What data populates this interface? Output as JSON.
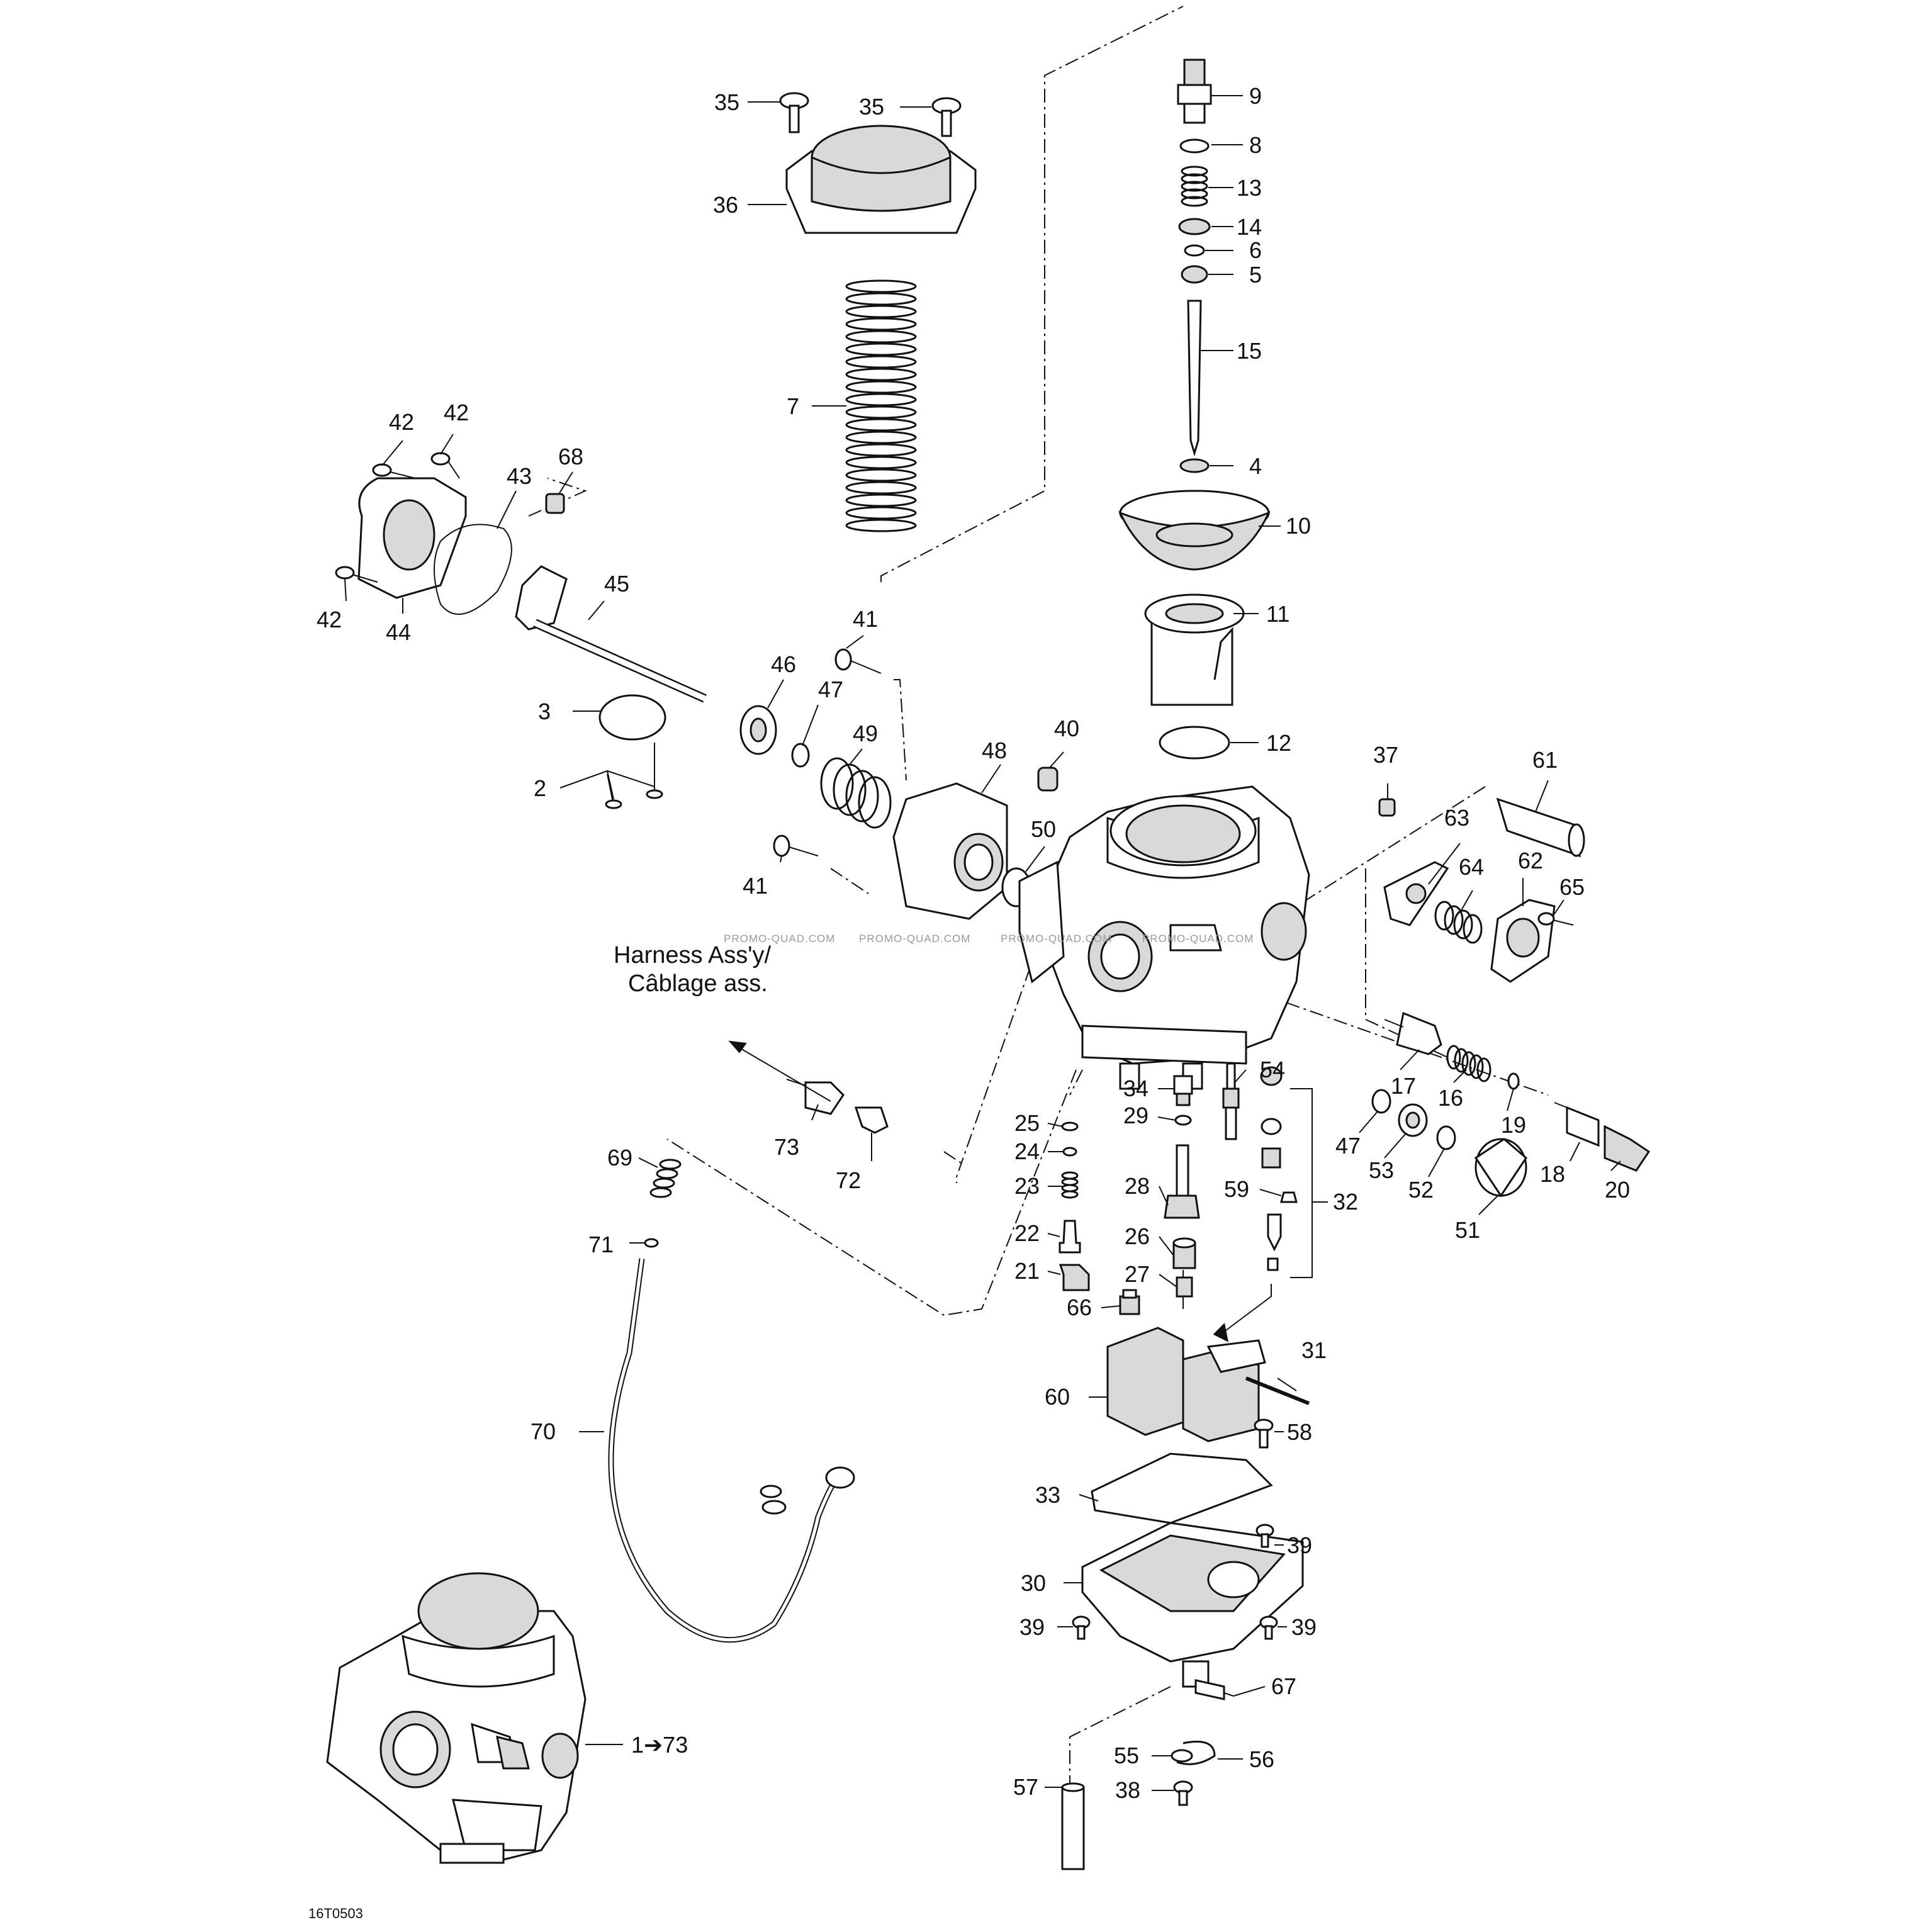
{
  "diagram": {
    "figure_code": "16T0503",
    "watermark": "PROMO-QUAD.COM",
    "harness_label_line1": "Harness Ass'y/",
    "harness_label_line2": "Câblage ass.",
    "assembly_range_label": "1➔73",
    "callouts": [
      "35",
      "35",
      "36",
      "7",
      "9",
      "8",
      "13",
      "14",
      "6",
      "5",
      "15",
      "4",
      "10",
      "11",
      "12",
      "42",
      "42",
      "42",
      "43",
      "44",
      "68",
      "45",
      "3",
      "2",
      "46",
      "47",
      "49",
      "41",
      "41",
      "48",
      "40",
      "50",
      "37",
      "61",
      "63",
      "64",
      "62",
      "65",
      "17",
      "16",
      "19",
      "47",
      "53",
      "52",
      "51",
      "18",
      "20",
      "34",
      "29",
      "25",
      "24",
      "23",
      "22",
      "21",
      "66",
      "28",
      "26",
      "27",
      "54",
      "59",
      "32",
      "73",
      "72",
      "69",
      "71",
      "70",
      "60",
      "31",
      "58",
      "33",
      "39",
      "39",
      "39",
      "30",
      "67",
      "55",
      "56",
      "57",
      "38"
    ]
  }
}
